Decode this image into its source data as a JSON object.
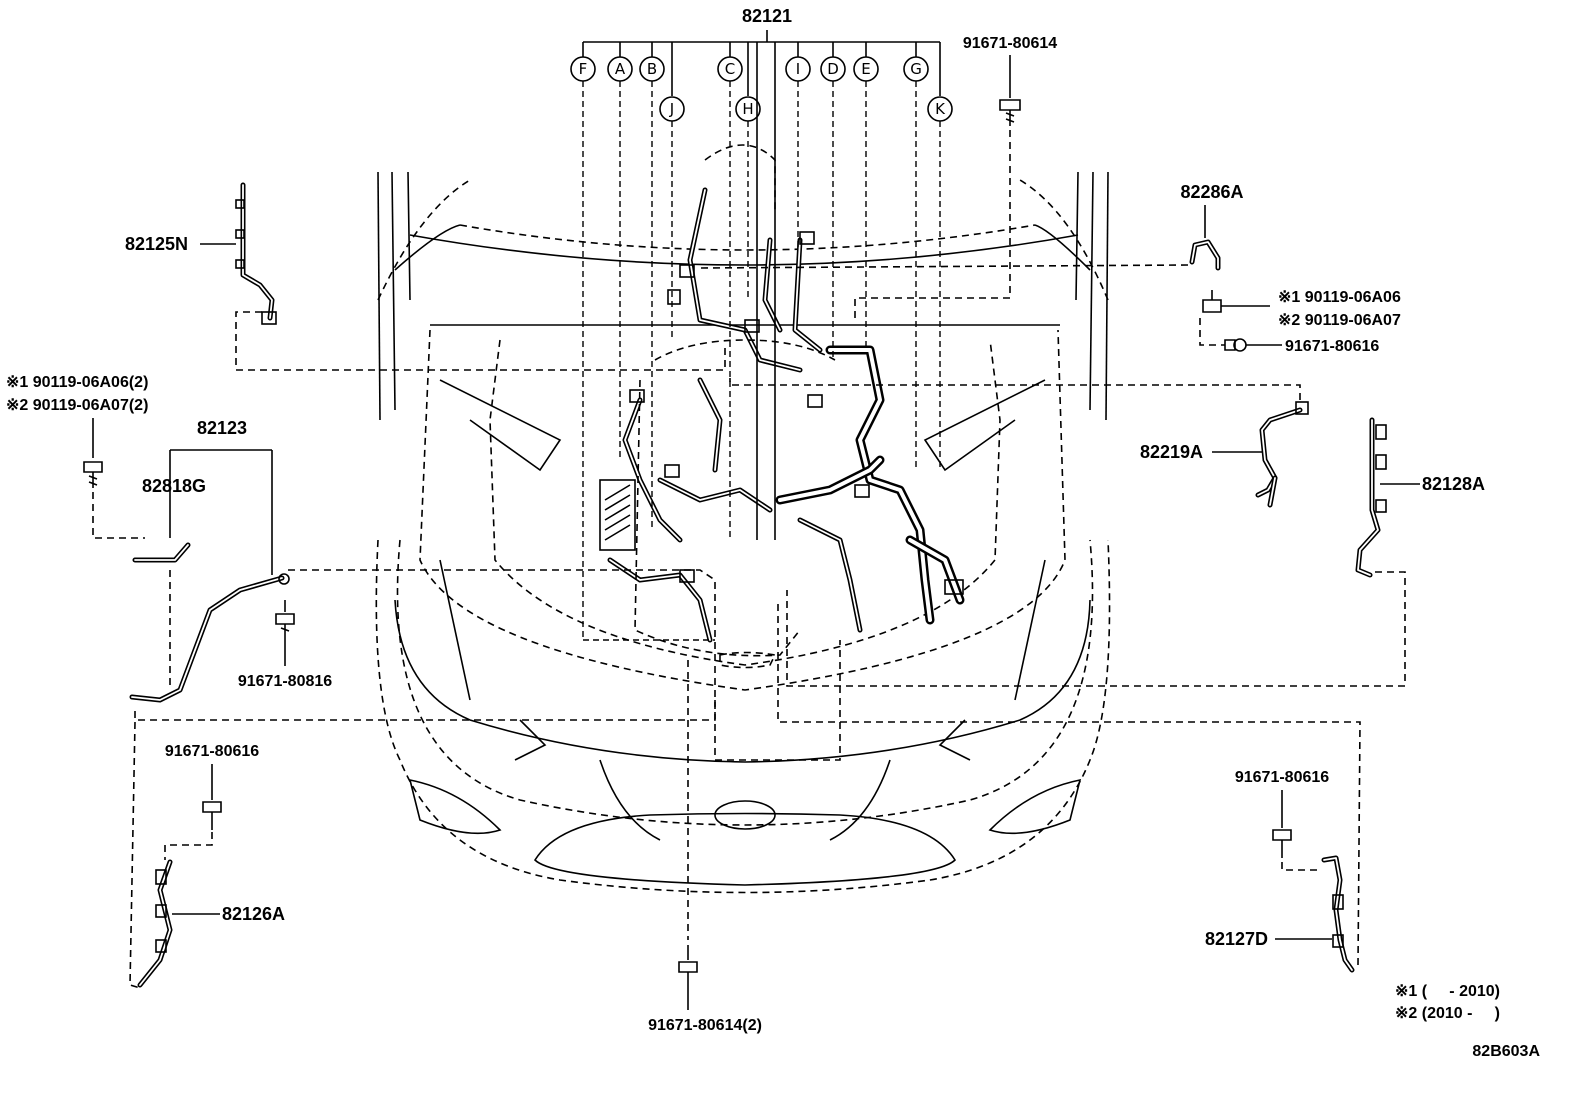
{
  "main_part": "82121",
  "callouts": [
    "F",
    "A",
    "B",
    "J",
    "C",
    "H",
    "I",
    "D",
    "E",
    "G",
    "K"
  ],
  "parts": {
    "p82125N": "82125N",
    "p82123": "82123",
    "p82818G": "82818G",
    "p82126A": "82126A",
    "p82286A": "82286A",
    "p82219A": "82219A",
    "p82128A": "82128A",
    "p82127D": "82127D"
  },
  "fasteners": {
    "top_right": "91671-80614",
    "left_note1": "※1 90119-06A06(2)",
    "left_note2": "※2 90119-06A07(2)",
    "left_mid": "91671-80816",
    "left_lower": "91671-80616",
    "right_note1": "※1 90119-06A06",
    "right_note2": "※2 90119-06A07",
    "right_bolt": "91671-80616",
    "right_lower": "91671-80616",
    "bottom_center": "91671-80614(2)"
  },
  "legend": {
    "note1": "※1 (     - 2010)",
    "note2": "※2 (2010 -     )"
  },
  "diagram_code": "82B603A"
}
